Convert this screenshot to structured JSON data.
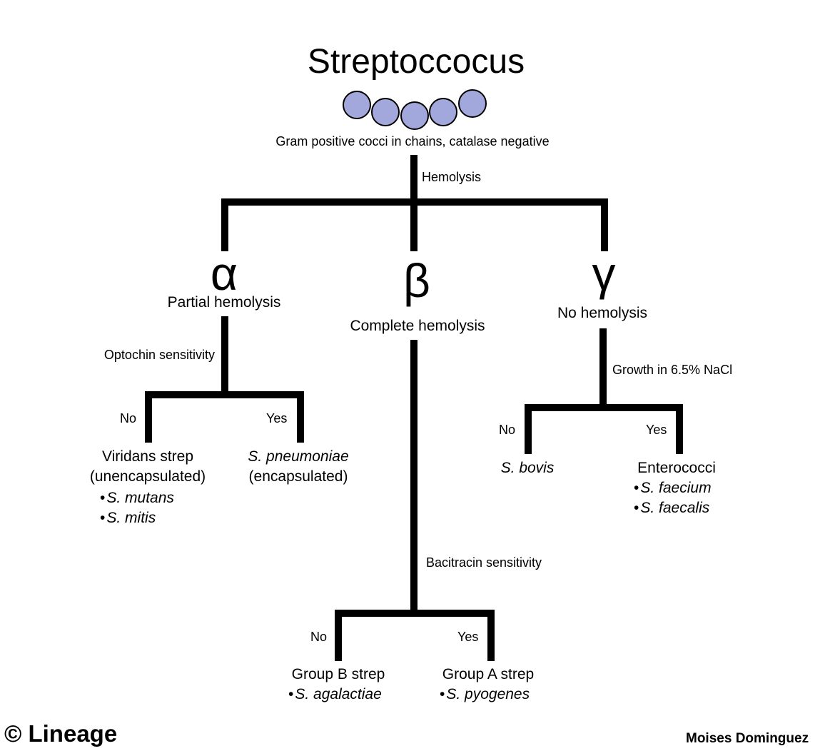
{
  "title": "Streptoccocus",
  "description": "Gram positive cocci in chains, catalase negative",
  "root_test": "Hemolysis",
  "colors": {
    "cocci_fill": "#a3a8dc",
    "line": "#000000"
  },
  "alpha": {
    "symbol": "α",
    "label": "Partial hemolysis",
    "test": "Optochin sensitivity",
    "no_label": "No",
    "yes_label": "Yes",
    "no_result": {
      "name": "Viridans strep",
      "note": "(unencapsulated)",
      "species": [
        "S. mutans",
        "S. mitis"
      ]
    },
    "yes_result": {
      "name": "S. pneumoniae",
      "note": "(encapsulated)"
    }
  },
  "beta": {
    "symbol": "β",
    "label": "Complete hemolysis",
    "test": "Bacitracin sensitivity",
    "no_label": "No",
    "yes_label": "Yes",
    "no_result": {
      "name": "Group B strep",
      "species": "S. agalactiae"
    },
    "yes_result": {
      "name": "Group A strep",
      "species": "S. pyogenes"
    }
  },
  "gamma": {
    "symbol": "γ",
    "label": "No hemolysis",
    "test": "Growth in 6.5% NaCl",
    "no_label": "No",
    "yes_label": "Yes",
    "no_result": {
      "name": "S. bovis"
    },
    "yes_result": {
      "name": "Enterococci",
      "species": [
        "S. faecium",
        "S. faecalis"
      ]
    }
  },
  "footer": {
    "copyright": "© Lineage",
    "author": "Moises Dominguez"
  }
}
